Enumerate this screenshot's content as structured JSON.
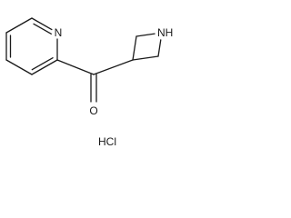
{
  "molecule": {
    "atoms": {
      "pyridine_nitrogen": "N",
      "azetidine_nitrogen": "NH",
      "carbonyl_oxygen": "O"
    },
    "salt": "HCl"
  }
}
